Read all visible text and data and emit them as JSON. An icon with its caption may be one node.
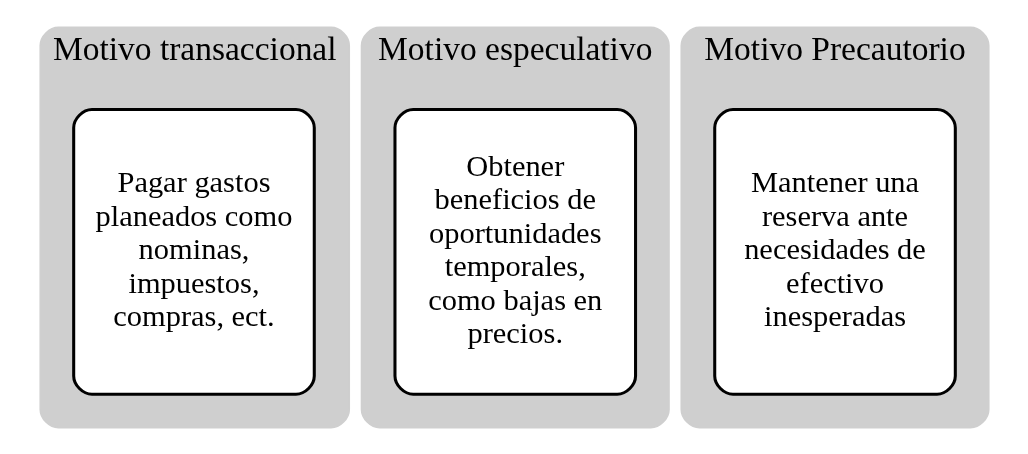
{
  "diagram": {
    "nodes": [
      {
        "text": [
          "Motivo transaccional"
        ]
      },
      {
        "text": [
          "Pagar gastos planeados como nominas, impuestos, compras, ect."
        ],
        "in": 0
      },
      {
        "text": [
          "Motivo especulativo"
        ]
      },
      {
        "text": [
          "Obtener beneficios de oportunidades temporales, como bajas en precios."
        ],
        "in": 2
      },
      {
        "text": [
          "Motivo Precautorio"
        ]
      },
      {
        "text": [
          "Mantener una reserva ante necesidades de efectivo inesperadas"
        ],
        "in": 4
      }
    ]
  }
}
